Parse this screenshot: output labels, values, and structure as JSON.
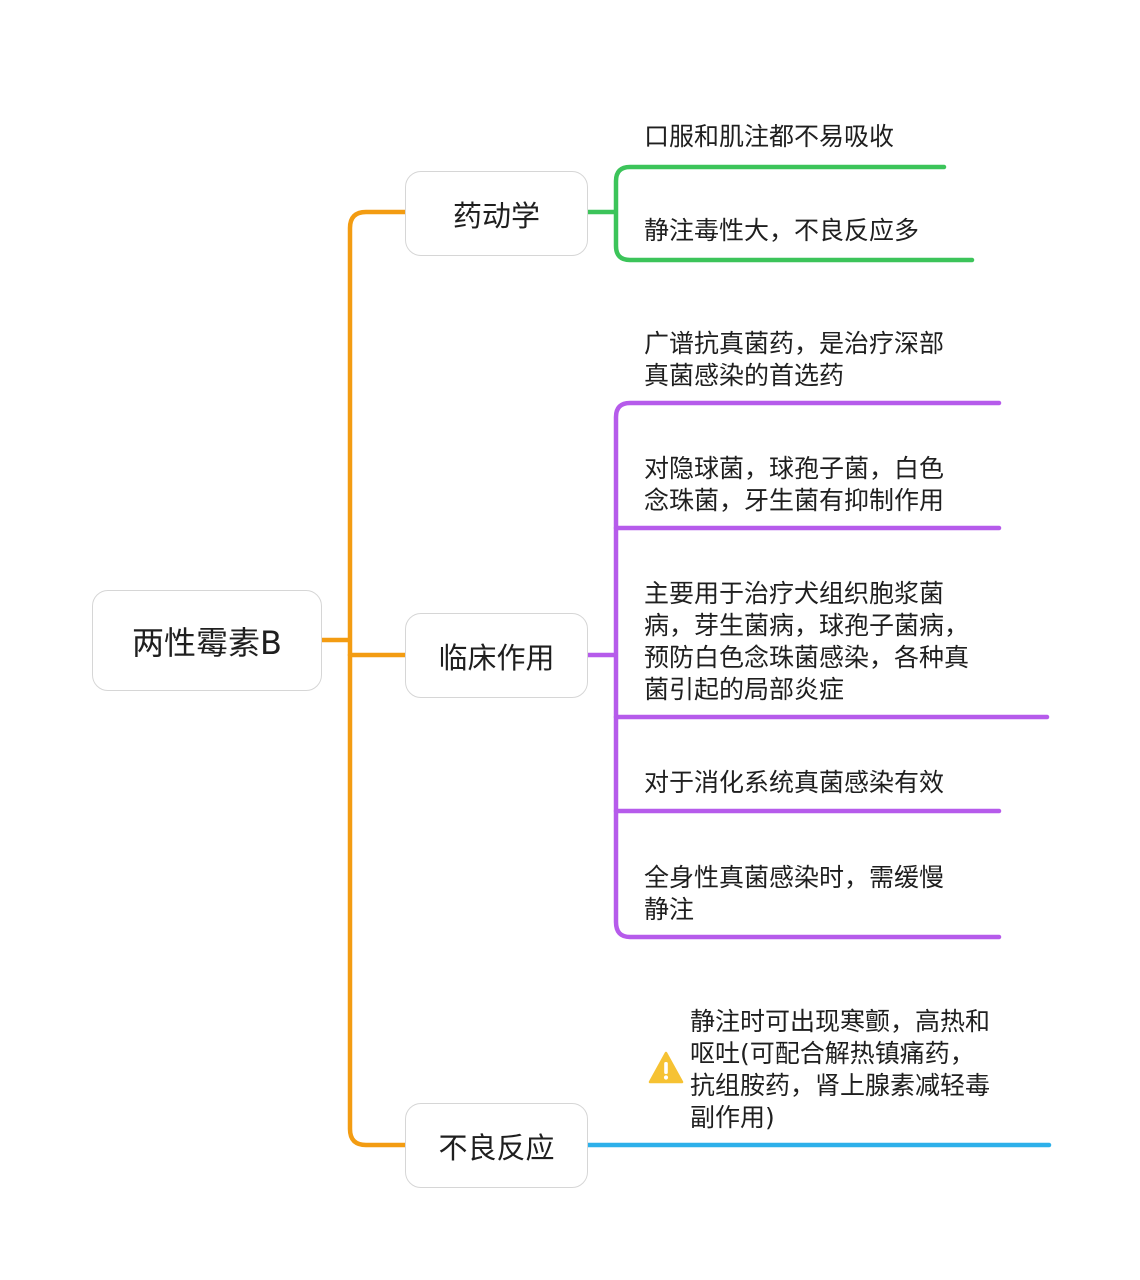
{
  "root": {
    "label": "两性霉素B"
  },
  "colors": {
    "main": "#F39C12",
    "pharmacokinetics": "#3CC45A",
    "clinical": "#B65BEB",
    "adverse": "#2DB0EA",
    "warning": "#F6C233"
  },
  "branches": [
    {
      "label": "药动学",
      "leaves": [
        "口服和肌注都不易吸收",
        "静注毒性大，不良反应多"
      ]
    },
    {
      "label": "临床作用",
      "leaves": [
        [
          "广谱抗真菌药，是治疗深部",
          "真菌感染的首选药"
        ],
        [
          "对隐球菌，球孢子菌，白色",
          "念珠菌，牙生菌有抑制作用"
        ],
        [
          "主要用于治疗犬组织胞浆菌",
          "病，芽生菌病，球孢子菌病，",
          "预防白色念珠菌感染，各种真",
          "菌引起的局部炎症"
        ],
        [
          "对于消化系统真菌感染有效"
        ],
        [
          "全身性真菌感染时，需缓慢",
          "静注"
        ]
      ]
    },
    {
      "label": "不良反应",
      "leaves": [
        {
          "icon": "warning-icon",
          "lines": [
            "静注时可出现寒颤，高热和",
            "呕吐(可配合解热镇痛药，",
            "抗组胺药，肾上腺素减轻毒",
            "副作用)"
          ]
        }
      ]
    }
  ]
}
